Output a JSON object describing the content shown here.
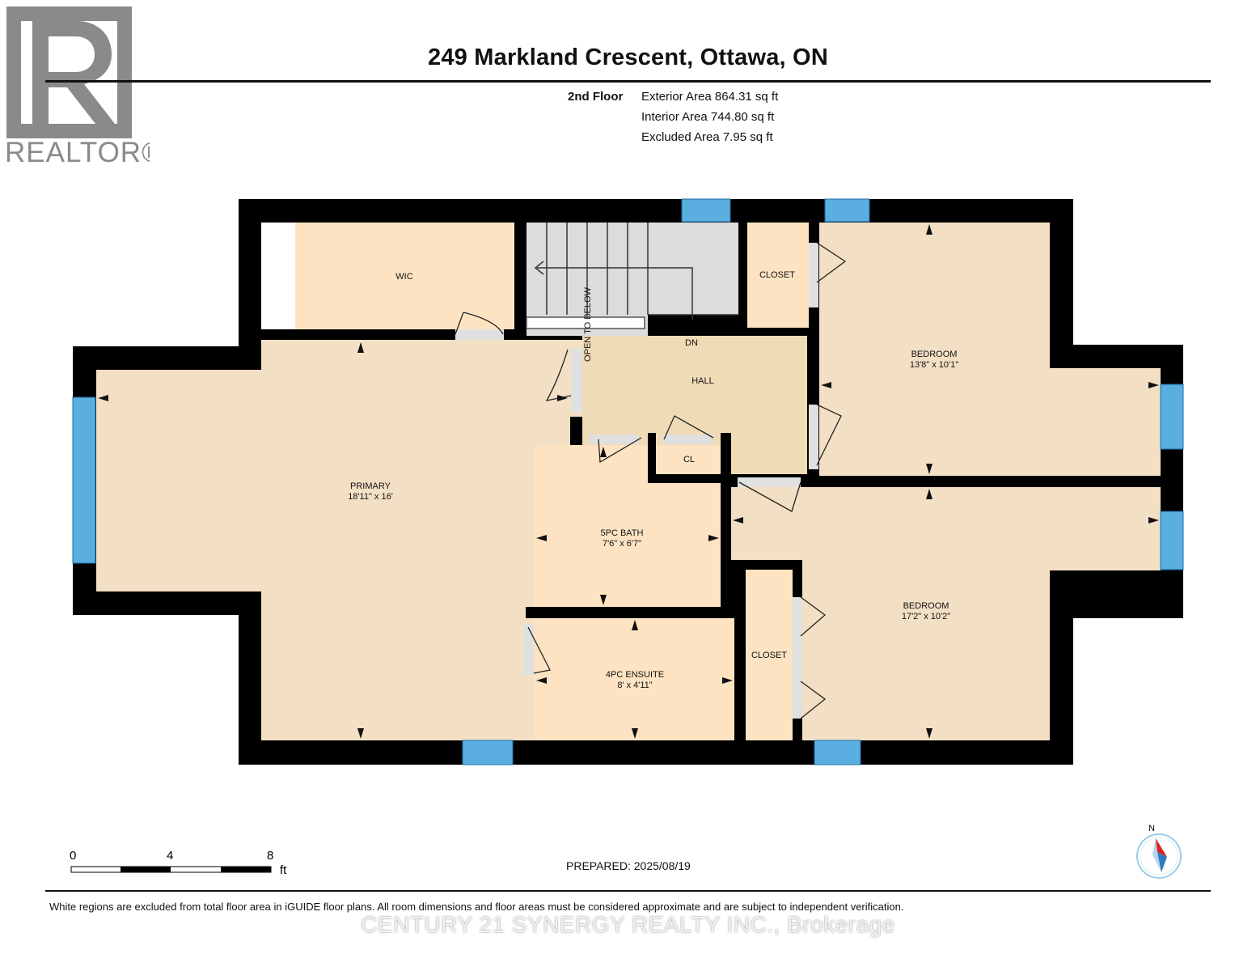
{
  "header": {
    "title": "249 Markland Crescent, Ottawa, ON",
    "floor": "2nd Floor",
    "areas": [
      "Exterior Area 864.31 sq ft",
      "Interior Area 744.80 sq ft",
      "Excluded Area 7.95 sq ft"
    ]
  },
  "logo": {
    "text": "REALTOR®",
    "icon": "realtor-r-icon"
  },
  "rooms": {
    "wic": "WIC",
    "closet_top": "CLOSET",
    "open_below": "OPEN TO BELOW",
    "dn": "DN",
    "hall": "HALL",
    "bedroom1": {
      "name": "BEDROOM",
      "dims": "13'8\" x 10'1\""
    },
    "primary": {
      "name": "PRIMARY",
      "dims": "18'11\" x 16'"
    },
    "cl": "CL",
    "bath5": {
      "name": "5PC BATH",
      "dims": "7'6\" x 6'7\""
    },
    "bedroom2": {
      "name": "BEDROOM",
      "dims": "17'2\" x 10'2\""
    },
    "closet_mid": "CLOSET",
    "ensuite": {
      "name": "4PC ENSUITE",
      "dims": "8' x 4'11\""
    }
  },
  "scale": {
    "ticks": [
      "0",
      "4",
      "8"
    ],
    "unit": "ft"
  },
  "compass": {
    "label": "N",
    "icon": "compass-icon"
  },
  "prepared": "PREPARED: 2025/08/19",
  "disclaimer": "White regions are excluded from total floor area in iGUIDE floor plans. All room dimensions and floor areas must be considered approximate and are subject to independent verification.",
  "watermark": "CENTURY 21 SYNERGY REALTY INC., Brokerage",
  "colors": {
    "wall": "#000000",
    "window": "#5aaee0",
    "room_fill": "#f3e0c4",
    "closet_fill": "#fde3c2",
    "hall_fill": "#f0dbb7",
    "stair_fill": "#dcdcdc",
    "logo_gray": "#8a8a8a"
  }
}
